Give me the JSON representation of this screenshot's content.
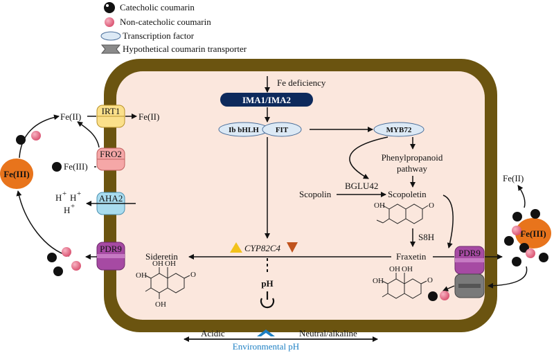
{
  "legend": {
    "catecholic": "Catecholic coumarin",
    "non_catecholic": "Non-catecholic coumarin",
    "transcription_factor": "Transcription factor",
    "transporter": "Hypothetical coumarin transporter"
  },
  "labels": {
    "fe_deficiency": "Fe deficiency",
    "ima": "IMA1/IMA2",
    "ib_bhlh": "Ib bHLH",
    "fit": "FIT",
    "myb72": "MYB72",
    "phenylpropanoid_1": "Phenylpropanoid",
    "phenylpropanoid_2": "pathway",
    "scopolin": "Scopolin",
    "bglu42": "BGLU42",
    "scopoletin": "Scopoletin",
    "s8h": "S8H",
    "fraxetin": "Fraxetin",
    "cyp82c4": "CYP82C4",
    "sideretin": "Sideretin",
    "ph": "pH",
    "irt1": "IRT1",
    "fro2": "FRO2",
    "aha2": "AHA2",
    "pdr9_left": "PDR9",
    "pdr9_right": "PDR9",
    "fe2_left": "Fe(II)",
    "fe2_inside": "Fe(II)",
    "fe3_near_fro2": "Fe(III)",
    "fe3_left": "Fe(III)",
    "fe3_right": "Fe(III)",
    "fe2_right": "Fe(II)",
    "h_top": "H",
    "h_top2": "H",
    "h_bottom": "H",
    "plus": "+",
    "acidic": "Acidic",
    "neutral": "Neutral/alkaline",
    "env_ph": "Environmental pH",
    "chem_oh": "OH",
    "chem_o": "O"
  },
  "colors": {
    "cell_wall": "#6b5410",
    "cytoplasm": "#fbe7dd",
    "ima_box": "#0d2a5c",
    "tf_fill": "#dce9f5",
    "fe3": "#e8741c",
    "catecholic": "#111111",
    "non_catecholic": "#e2607e",
    "irt1": "#fbe08a",
    "fro2": "#f5a7a7",
    "aha2": "#a9dcef",
    "pdr9": "#a64aa3",
    "transporter": "#7a7a7a",
    "yellow_tri": "#f2c21b",
    "brown_tri": "#c0531d",
    "env_chevron": "#1c7fc3"
  }
}
